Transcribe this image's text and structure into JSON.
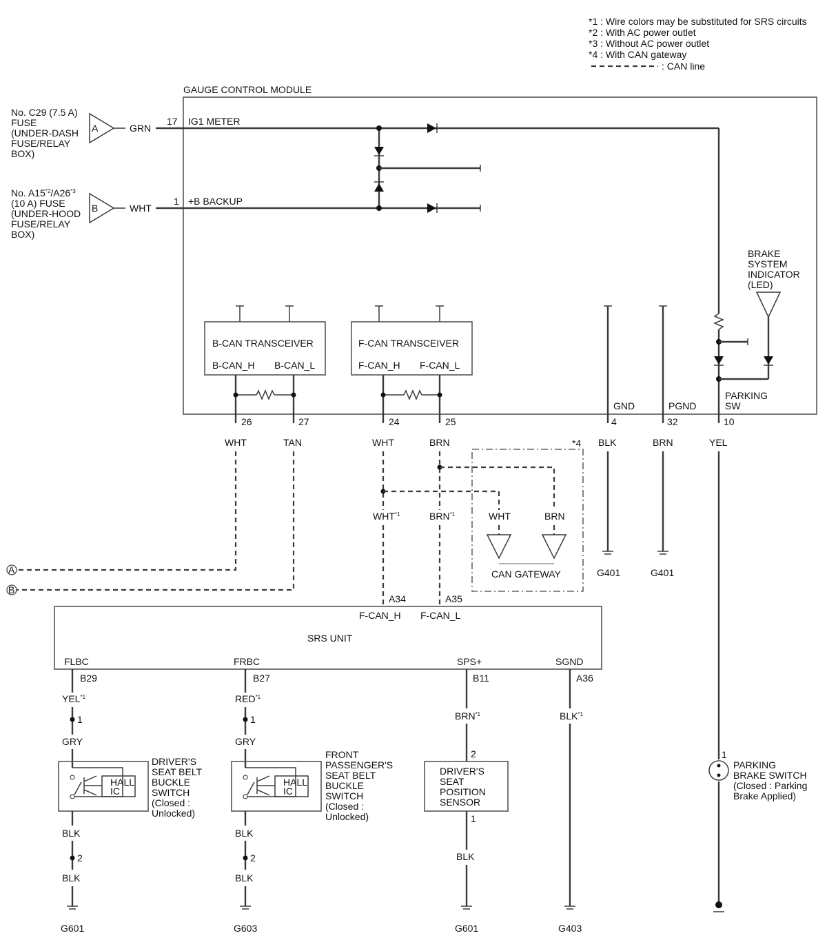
{
  "notes": {
    "n1": "*1 : Wire colors may be substituted for SRS circuits",
    "n2": "*2 : With AC power outlet",
    "n3": "*3 : Without AC power outlet",
    "n4": "*4 : With CAN gateway",
    "can_line": ": CAN line"
  },
  "gauge_module": {
    "title": "GAUGE CONTROL MODULE",
    "ig1_meter": "IG1 METER",
    "b_backup": "+B BACKUP",
    "pin_17": "17",
    "pin_1": "1",
    "b_can_transceiver": "B-CAN TRANSCEIVER",
    "b_can_h": "B-CAN_H",
    "b_can_l": "B-CAN_L",
    "f_can_transceiver": "F-CAN TRANSCEIVER",
    "f_can_h": "F-CAN_H",
    "f_can_l": "F-CAN_L",
    "gnd": "GND",
    "pgnd": "PGND",
    "parking_sw": [
      "PARKING",
      "SW"
    ],
    "brake_indicator": [
      "BRAKE",
      "SYSTEM",
      "INDICATOR",
      "(LED)"
    ],
    "pins": {
      "p26": "26",
      "p27": "27",
      "p24": "24",
      "p25": "25",
      "p4": "4",
      "p32": "32",
      "p10": "10"
    }
  },
  "fuse_a": {
    "connector": "A",
    "wire": "GRN",
    "label": [
      "No. C29 (7.5 A)",
      "FUSE",
      "(UNDER-DASH",
      "FUSE/RELAY",
      "BOX)"
    ]
  },
  "fuse_b": {
    "connector": "B",
    "wire": "WHT",
    "label_line1_pre": "No. A15",
    "label_line1_sup1": "*2",
    "label_line1_mid": "/A26",
    "label_line1_sup2": "*3",
    "label": [
      "(10 A) FUSE",
      "(UNDER-HOOD",
      "FUSE/RELAY",
      "BOX)"
    ]
  },
  "wires": {
    "w26": "WHT",
    "w27": "TAN",
    "w24": "WHT",
    "w25": "BRN",
    "w4": "BLK",
    "w32": "BRN",
    "w10": "YEL",
    "wht_srs": "WHT",
    "brn_srs": "BRN",
    "sup1": "*1"
  },
  "can_gateway": {
    "note": "*4",
    "wht": "WHT",
    "brn": "BRN",
    "label": "CAN GATEWAY"
  },
  "ground_labels": {
    "g401a": "G401",
    "g401b": "G401",
    "g601a": "G601",
    "g603": "G603",
    "g601b": "G601",
    "g403": "G403"
  },
  "connectors": {
    "a": "A",
    "b": "B"
  },
  "srs_unit": {
    "title": "SRS UNIT",
    "a34": "A34",
    "a35": "A35",
    "f_can_h": "F-CAN_H",
    "f_can_l": "F-CAN_L",
    "flbc": "FLBC",
    "frbc": "FRBC",
    "sps": "SPS+",
    "sgnd": "SGND",
    "b29": "B29",
    "b27": "B27",
    "b11": "B11",
    "a36": "A36"
  },
  "driver_buckle": {
    "wire1": "YEL",
    "pin1": "1",
    "gry": "GRY",
    "hall": [
      "HALL",
      "IC"
    ],
    "label": [
      "DRIVER'S",
      "SEAT BELT",
      "BUCKLE",
      "SWITCH",
      "(Closed :",
      "Unlocked)"
    ],
    "blk_a": "BLK",
    "pin2": "2",
    "blk_b": "BLK"
  },
  "passenger_buckle": {
    "wire1": "RED",
    "pin1": "1",
    "gry": "GRY",
    "hall": [
      "HALL",
      "IC"
    ],
    "label": [
      "FRONT",
      "PASSENGER'S",
      "SEAT BELT",
      "BUCKLE",
      "SWITCH",
      "(Closed :",
      "Unlocked)"
    ],
    "blk_a": "BLK",
    "pin2": "2",
    "blk_b": "BLK"
  },
  "seat_sensor": {
    "wire": "BRN",
    "pin2": "2",
    "label": [
      "DRIVER'S",
      "SEAT",
      "POSITION",
      "SENSOR"
    ],
    "pin1": "1",
    "blk": "BLK"
  },
  "sgnd_wire": "BLK",
  "parking_brake": {
    "pin": "1",
    "label": [
      "PARKING",
      "BRAKE SWITCH",
      "(Closed : Parking",
      "Brake Applied)"
    ]
  }
}
